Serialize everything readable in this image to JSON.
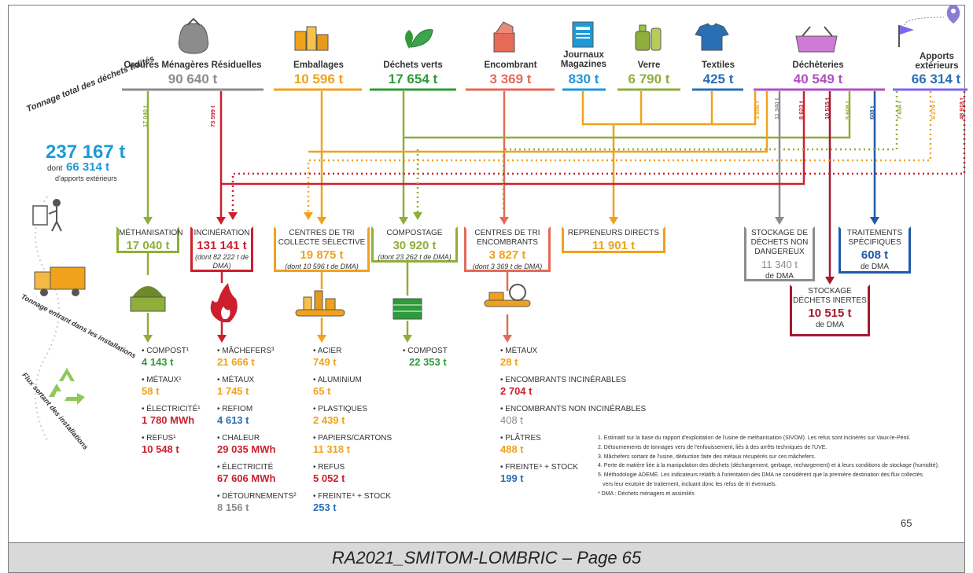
{
  "footer": "RA2021_SMITOM-LOMBRIC – Page 65",
  "page_number": "65",
  "colors": {
    "green": "#8fae3a",
    "red": "#cc1f2e",
    "orange": "#f0a21c",
    "darkgreen": "#2f9b3a",
    "salmon": "#e56a58",
    "cyan": "#1d9ad6",
    "blue": "#2a6fb5",
    "purple": "#b14fc5",
    "grey": "#8c8c8c",
    "darkred": "#a6192e",
    "navy": "#1e5aa8",
    "violet": "#7b68ee"
  },
  "side": {
    "total_title": "Tonnage total des déchets traités",
    "total_value": "237 167 t",
    "total_dont": "dont",
    "total_ext": "66 314 t",
    "total_ext_label": "d'apports extérieurs",
    "entrant": "Tonnage entrant dans les installations",
    "sortant": "Flux sortant des installations"
  },
  "categories": [
    {
      "name": "Ordures Ménagères Résiduelles",
      "value": "90 640 t",
      "color": "#8c8c8c",
      "icon": "trash-bag-icon"
    },
    {
      "name": "Emballages",
      "value": "10 596 t",
      "color": "#f0a21c",
      "icon": "packaging-icon"
    },
    {
      "name": "Déchets verts",
      "value": "17 654 t",
      "color": "#2f9b3a",
      "icon": "leaf-icon"
    },
    {
      "name": "Encombrant",
      "value": "3 369 t",
      "color": "#e56a58",
      "icon": "bulky-waste-icon"
    },
    {
      "name": "Journaux Magazines",
      "value": "830 t",
      "color": "#1d9ad6",
      "icon": "newspaper-icon"
    },
    {
      "name": "Verre",
      "value": "6 790 t",
      "color": "#8fae3a",
      "icon": "bottle-icon"
    },
    {
      "name": "Textiles",
      "value": "425 t",
      "color": "#2a6fb5",
      "icon": "tshirt-icon"
    },
    {
      "name": "Déchèteries",
      "value": "40 549 t",
      "color": "#b14fc5",
      "icon": "basket-icon"
    },
    {
      "name": "Apports extérieurs",
      "value": "66 314 t",
      "color": "#2a6fb5",
      "icon": "flag-icon"
    }
  ],
  "flow_labels": [
    "17 040 t",
    "73 599 t",
    "3 856 t",
    "11 340 t",
    "8 623 t",
    "10 515 t",
    "5 608 t",
    "608 t",
    "7 656 t",
    "9 279 t",
    "48 918 t"
  ],
  "facilities": [
    {
      "name": "Méthanisation",
      "value": "17 040 t",
      "sub": "",
      "color": "#8fae3a"
    },
    {
      "name": "Incinération",
      "value": "131 141 t",
      "sub": "(dont 82 222 t de DMA)",
      "color": "#cc1f2e"
    },
    {
      "name": "Centres de tri collecte sélective",
      "value": "19 875 t",
      "sub": "(dont 10 596 t de DMA)",
      "color": "#f0a21c"
    },
    {
      "name": "Compostage",
      "value": "30 920 t",
      "sub": "(dont 23 262 t de DMA)",
      "color": "#8fae3a"
    },
    {
      "name": "Centres de tri encombrants",
      "value": "3 827 t",
      "sub": "(dont 3 369 t de DMA)",
      "color": "#e56a58"
    },
    {
      "name": "Repreneurs directs",
      "value": "11 901 t",
      "sub": "",
      "color": "#f0a21c"
    },
    {
      "name": "Stockage de déchets non dangereux",
      "value": "11 340 t",
      "sub": "de DMA",
      "color": "#8c8c8c"
    },
    {
      "name": "Traitements spécifiques",
      "value": "608 t",
      "sub": "de DMA",
      "color": "#1e5aa8"
    },
    {
      "name": "Stockage déchets inertes",
      "value": "10 515 t",
      "sub": "de DMA",
      "color": "#a6192e"
    }
  ],
  "outputs": [
    {
      "items": [
        {
          "label": "• COMPOST¹",
          "value": "4 143 t"
        },
        {
          "label": "• MÉTAUX¹",
          "value": "58 t"
        },
        {
          "label": "• ÉLECTRICITÉ¹",
          "value": "1 780 MWh"
        },
        {
          "label": "• REFUS¹",
          "value": "10 548 t"
        }
      ],
      "colors": [
        "#2f9b3a",
        "#f0a21c",
        "#cc1f2e",
        "#cc1f2e"
      ]
    },
    {
      "items": [
        {
          "label": "• MÂCHEFERS³",
          "value": "21 666 t"
        },
        {
          "label": "• MÉTAUX",
          "value": "1 745 t"
        },
        {
          "label": "• REFIOM",
          "value": "4 613 t"
        },
        {
          "label": "• CHALEUR",
          "value": "29 035 MWh"
        },
        {
          "label": "• ÉLECTRICITÉ",
          "value": "67 606 MWh"
        },
        {
          "label": "• DÉTOURNEMENTS²",
          "value": "8 156 t"
        }
      ],
      "colors": [
        "#f0a21c",
        "#f0a21c",
        "#2a6fb5",
        "#cc1f2e",
        "#cc1f2e",
        "#8c8c8c"
      ]
    },
    {
      "items": [
        {
          "label": "• ACIER",
          "value": "749 t"
        },
        {
          "label": "• ALUMINIUM",
          "value": "65 t"
        },
        {
          "label": "• PLASTIQUES",
          "value": "2 439 t"
        },
        {
          "label": "• PAPIERS/CARTONS",
          "value": "11 318 t"
        },
        {
          "label": "• REFUS",
          "value": "5 052 t"
        },
        {
          "label": "• FREINTE⁴ + STOCK",
          "value": "253 t"
        }
      ],
      "colors": [
        "#f0a21c",
        "#f0a21c",
        "#f0a21c",
        "#f0a21c",
        "#cc1f2e",
        "#2a6fb5"
      ]
    },
    {
      "items": [
        {
          "label": "• COMPOST",
          "value": "22 353 t"
        }
      ],
      "colors": [
        "#2f9b3a"
      ]
    },
    {
      "items": [
        {
          "label": "• MÉTAUX",
          "value": "28 t"
        },
        {
          "label": "• ENCOMBRANTS INCINÉRABLES",
          "value": "2 704 t"
        },
        {
          "label": "• ENCOMBRANTS NON INCINÉRABLES",
          "value": "408 t"
        },
        {
          "label": "• PLÂTRES",
          "value": "488 t"
        },
        {
          "label": "• FREINTE⁴ + STOCK",
          "value": "199 t"
        }
      ],
      "colors": [
        "#f0a21c",
        "#cc1f2e",
        "#8c8c8c",
        "#f0a21c",
        "#2a6fb5"
      ]
    }
  ],
  "notes": [
    "1. Estimatif sur la base du rapport d'exploitation de l'usine de méthanisation (SIVOM). Les refus sont incinérés sur Vaux-le-Pénil.",
    "2. Détournements de tonnages vers de l'enfouissement, liés à des arrêts techniques de l'UVE.",
    "3. Mâchefers sortant de l'usine, déduction faite des métaux récupérés sur ces mâchefers.",
    "4. Perte de matière liée à la manipulation des déchets (déchargement, gerbage, rechargement) et à leurs conditions de stockage (humidité).",
    "5. Méthodologie ADEME. Les indicateurs relatifs à l'orientation des DMA ne considèrent que la première destination des flux collectés",
    "   vers leur exutoire de traitement, incluant donc les refus de tri éventuels.",
    "* DMA : Déchets ménagers et assimilés"
  ]
}
